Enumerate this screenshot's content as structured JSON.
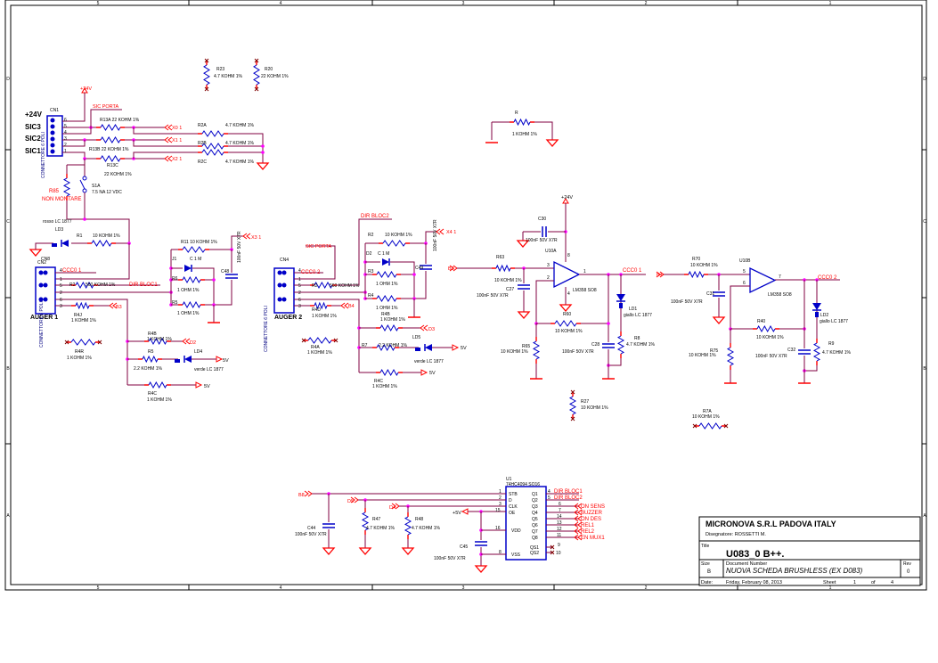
{
  "border": {
    "columns": [
      "5",
      "4",
      "3",
      "2",
      "1"
    ],
    "rows": [
      "D",
      "C",
      "B",
      "A"
    ]
  },
  "title_block": {
    "company": "MICRONOVA S.R.L PADOVA ITALY",
    "designer": "Disegnatore: ROSSETTI M.",
    "title_label": "Title",
    "title": "U083_0 B++.",
    "size_label": "Size",
    "size": "B",
    "doc_label": "Document Number",
    "doc": "NUOVA SCHEDA BRUSHLESS (EX D083)",
    "rev_label": "Rev",
    "rev": "0",
    "date_label": "Date:",
    "date": "Friday, February 08, 2013",
    "sheet_label": "Sheet",
    "sheet": "1",
    "of_label": "of",
    "sheets_total": "4"
  },
  "labels": {
    "p24_a": "+24V",
    "sic24": "+24V",
    "sic3": "SIC3",
    "sic2": "SIC2",
    "sic1": "SIC1",
    "cn1": "CN1",
    "n6": "6",
    "n5": "5",
    "n4": "4",
    "n3": "3",
    "n2": "2",
    "n1": "1",
    "sic_porta_1": "SIC PORTA",
    "r13a": "R13A  22 KOHM 1%",
    "r13b": "R13B  22 KOHM 1%",
    "r13c": "R13C",
    "r13c_v": "22 KOHM 1%",
    "x0": "X0 1",
    "x1": "X1 1",
    "x2": "X2 1",
    "r2a": "R2A",
    "r2a_v": "4.7 KOHM 1%",
    "r2b": "R2B",
    "r2b_v": "4.7 KOHM 1%",
    "r2c": "R2C",
    "r2c_v": "4.7 KOHM 1%",
    "r23": "R23",
    "r23_v": "4.7 KOHM 1%",
    "r20": "R20",
    "r20_v": "22 KOHM 1%",
    "r85": "R85",
    "non_montare": "NON MONTARE",
    "s1a": "S1A",
    "s1a_v": "7.5 NA 12 VDC",
    "conn_v1": "CONNETTORE 6 POLI",
    "conn_v2": "CONNETTORE 6 POLI",
    "conn_v3": "CONNETTORE 6 POLI",
    "ld3": "LD3",
    "r1": "R1",
    "r1_v": "10 KOHM 1%",
    "cn8": "CN8",
    "rosso": "rosso LC 1877",
    "auger1": "AUGER 1",
    "cn2": "CN2",
    "ccc01_a": "CCC0 1",
    "r2": "R2",
    "r2_v": "560 KOHM 1%",
    "dir_bloc1_a": "DIR BLOC1",
    "a4": "4",
    "a1": "1",
    "a5": "5",
    "a2": "2",
    "a6": "6",
    "a3": "3",
    "r4j": "R4J",
    "r4j_v": "1 KOHM 1%",
    "b3_a": "B3",
    "r4b": "R4B",
    "r4b_v": "1 KOHM 1%",
    "d2_a": "D2",
    "r4r": "R4R",
    "r4r_v": "1 KOHM 1%",
    "r5": "R5",
    "r5_v": "2.2 KOHM 1%",
    "ld4": "LD4",
    "verde1": "verde LC 1877",
    "v5_a": "5V",
    "r4c": "R4C",
    "r4c_v": "1 KOHM 1%",
    "v5_b": "5V",
    "r11": "R11  10 KOHM 1%",
    "x3": "X3 1",
    "j1": "J1",
    "j1_v": "C 1 M",
    "r6": "R6",
    "r6_v": "1 OHM 1%",
    "r5b": "R5",
    "r5b_v": "1 OHM 1%",
    "c48": "C48",
    "c48_v": "100nF 50V X7R",
    "auger2": "AUGER 2",
    "cn4": "CN4",
    "ccc02_a": "CCC0 2",
    "sic_porta_2": "SIC PORTA",
    "dir_bloc2_a": "DIR BLOC2",
    "b4": "4",
    "b1": "1",
    "b5": "5",
    "b2": "2",
    "b6": "6",
    "b3": "3",
    "r22": "R2",
    "r22_v": "10 KOHM 1%",
    "x4": "X4 1",
    "d22": "D2",
    "d22_v": "C 1 M",
    "r3": "R3",
    "r3_v": "1 OHM 1%",
    "r44": "R4",
    "r44_v": "1 OHM 1%",
    "c49": "C49",
    "c49_v": "100nF 50V X7R",
    "r4b2": "R4B",
    "r4b2_v": "1 KOHM 1%",
    "d3": "D3",
    "ld5": "LD5",
    "r7": "R7",
    "r7_v": "2.2 KOHM 1%",
    "v5_c": "5V",
    "verde2": "verde LC 1877",
    "r4c2": "R4C",
    "r4c2_v": "1 KOHM 1%",
    "v5_d": "5V",
    "r4a": "R4A",
    "r4a_v": "1 KOHM 1%",
    "r4d": "R4D",
    "r4d_v": "1 KOHM 1%",
    "b4_a": "B4",
    "r2x": "R2",
    "r2x_v": "560 KOHM 1%",
    "r_top": "R",
    "r_top_v": "1 KOHM 1%",
    "p24_b": "+24V",
    "c30": "C30",
    "c30_v": "100nF 50V X7R",
    "u10a": "U10A",
    "b3_b": "B3",
    "r63": "R63",
    "r63_v": "10 KOHM 1%",
    "c27": "C27",
    "c27_v": "100nF 50V X7R",
    "pa8": "8",
    "pa3": "3",
    "pa2": "2",
    "pa4": "4",
    "pa1": "1",
    "lm358_a": "LM358 SO8",
    "ccc01_b": "CCC0 1",
    "r60": "R60",
    "r60_v": "10 KOHM 1%",
    "r65": "R65",
    "r65_v": "10 KOHM 1%",
    "c28": "C28",
    "c28_v": "100nF 50V X7R",
    "ld1": "LD1",
    "giallo1": "giallo LC 1877",
    "r8": "R8",
    "r8_v": "4.7 KOHM 1%",
    "r27": "R27",
    "r27_v": "10 KOHM 1%",
    "b4_b": "B4",
    "r70": "R70",
    "r70_v": "10 KOHM 1%",
    "u10b": "U10B",
    "pb5": "5",
    "pb6": "6",
    "pb7": "7",
    "c31": "C31",
    "c31_v": "100nF 50V X7R",
    "lm358_b": "LM358 SO8",
    "ccc02_b": "CCC0 2",
    "ld2": "LD2",
    "giallo2": "giallo LC 1877",
    "r40": "R40",
    "r40_v": "10 KOHM 1%",
    "r75": "R75",
    "r75_v": "10 KOHM 1%",
    "c32": "C32",
    "c32_v": "100nF 50V X7R",
    "r9": "R9",
    "r9_v": "4.7 KOHM 1%",
    "r7a": "R7A",
    "r7a_v": "10 KOHM 1%",
    "u1": "U1",
    "u1_v": "74HC4094 SO16",
    "b8": "B8",
    "d5": "D5",
    "d4": "D4",
    "c44": "C44",
    "c44_v": "100nF 50V X7R",
    "r47": "R47",
    "r47_v": "4.7 KOHM 1%",
    "r48": "R48",
    "r48_v": "4.7 KOHM 1%",
    "p5v": "+5V",
    "c45": "C45",
    "c45_v": "100nF 50V X7R",
    "u_p1": "1",
    "u_p2": "2",
    "u_p3": "3",
    "u_p15": "15",
    "u_p16": "16",
    "u_p8": "8",
    "u_str": "STB",
    "u_d": "D",
    "u_clk": "CLK",
    "u_oe": "OE",
    "u_vdd": "VDD",
    "u_vss": "VSS",
    "u_q1": "Q1",
    "u_q2": "Q2",
    "u_q3": "Q3",
    "u_q4": "Q4",
    "u_q5": "Q5",
    "u_q6": "Q6",
    "u_q7": "Q7",
    "u_q8": "Q8",
    "u_qs1": "QS1",
    "u_qs2": "QS2",
    "u_p4": "4",
    "u_p5": "5",
    "u_p6": "6",
    "u_p7": "7",
    "u_p14": "14",
    "u_p13": "13",
    "u_p12": "12",
    "u_p11": "11",
    "u_p9": "9",
    "u_p10": "10",
    "o_dir1": "DIR BLOC1",
    "o_dir2": "DIR BLOC2",
    "o_onsens": "ON SENS",
    "o_buzzer": "BUZZER",
    "o_ondes": "ON DES",
    "o_rel1": "REL1",
    "o_rel2": "REL2",
    "o_enmux": "EN MUX1"
  },
  "colors": {
    "wire": "#800040",
    "part": "#0000c8",
    "stub": "#ff0000",
    "junction": "#ff00ff",
    "net_label": "#ff0000"
  }
}
